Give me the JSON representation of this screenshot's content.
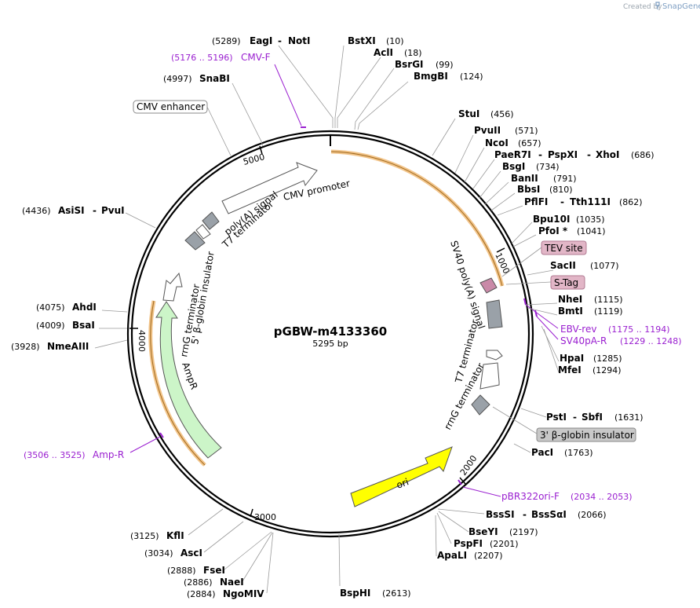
{
  "credit": {
    "text": "Created by",
    "brand": "SnapGene"
  },
  "plasmid": {
    "name": "pGBW-m4133360",
    "length_label": "5295 bp",
    "length": 5295
  },
  "ticks": [
    "1000",
    "2000",
    "3000",
    "4000",
    "5000"
  ],
  "features": [
    {
      "id": "cmv-enhancer",
      "label": "CMV enhancer",
      "kind": "box",
      "color": "#ffffff"
    },
    {
      "id": "cmv-promoter",
      "label": "CMV promoter",
      "kind": "arrow",
      "color": "#ffffff"
    },
    {
      "id": "t7-term-a",
      "label": "T7 terminator",
      "kind": "arrow",
      "color": "#ffffff"
    },
    {
      "id": "polya-signal-a",
      "label": "poly(A) signal",
      "kind": "arrow",
      "color": "#ffffff"
    },
    {
      "id": "globin-5",
      "label": "5' β-globin insulator",
      "kind": "block",
      "color": "#9aa1a8"
    },
    {
      "id": "rrng-term-a",
      "label": "rrnG terminator",
      "kind": "arrow",
      "color": "#ffffff"
    },
    {
      "id": "ampr",
      "label": "AmpR",
      "kind": "arrow",
      "color": "#ccf5c8"
    },
    {
      "id": "sv40-polya",
      "label": "SV40 poly(A) signal",
      "kind": "block",
      "color": "#9aa1a8"
    },
    {
      "id": "tev-site",
      "label": "TEV site",
      "kind": "box",
      "color": "#e2b6c7"
    },
    {
      "id": "s-tag",
      "label": "S-Tag",
      "kind": "box",
      "color": "#e2b6c7"
    },
    {
      "id": "t7-term-b",
      "label": "T7 terminator",
      "kind": "arrow",
      "color": "#ffffff"
    },
    {
      "id": "rrng-term-b",
      "label": "rrnG terminator",
      "kind": "block",
      "color": "#9aa1a8"
    },
    {
      "id": "globin-3",
      "label": "3' β-globin insulator",
      "kind": "box",
      "color": "#c8c8c8"
    },
    {
      "id": "ori",
      "label": "ori",
      "kind": "arrow",
      "color": "#ffff00"
    }
  ],
  "sites": [
    {
      "id": "eagi",
      "name": "EagI",
      "name2": "NotI",
      "pos": "5289"
    },
    {
      "id": "bstxi",
      "name": "BstXI",
      "pos": "10"
    },
    {
      "id": "acli",
      "name": "AclI",
      "pos": "18"
    },
    {
      "id": "bsrgi",
      "name": "BsrGI",
      "pos": "99"
    },
    {
      "id": "bmgbi",
      "name": "BmgBI",
      "pos": "124"
    },
    {
      "id": "snabi",
      "name": "SnaBI",
      "pos": "4997"
    },
    {
      "id": "stui",
      "name": "StuI",
      "pos": "456"
    },
    {
      "id": "pvuii",
      "name": "PvuII",
      "pos": "571"
    },
    {
      "id": "ncoi",
      "name": "NcoI",
      "pos": "657"
    },
    {
      "id": "paer7i",
      "name": "PaeR7I",
      "name2": "PspXI",
      "name3": "XhoI",
      "pos": "686"
    },
    {
      "id": "bsgi",
      "name": "BsgI",
      "pos": "734"
    },
    {
      "id": "banii",
      "name": "BanII",
      "pos": "791"
    },
    {
      "id": "bbsi",
      "name": "BbsI",
      "pos": "810"
    },
    {
      "id": "pflfi",
      "name": "PflFI",
      "name2": "Tth111I",
      "pos": "862"
    },
    {
      "id": "asisi",
      "name": "AsiSI",
      "name2": "PvuI",
      "pos": "4436"
    },
    {
      "id": "bpu10i",
      "name": "Bpu10I",
      "pos": "1035"
    },
    {
      "id": "pfoi",
      "name": "PfoI *",
      "pos": "1041"
    },
    {
      "id": "sacii",
      "name": "SacII",
      "pos": "1077"
    },
    {
      "id": "nhei",
      "name": "NheI",
      "pos": "1115"
    },
    {
      "id": "bmti",
      "name": "BmtI",
      "pos": "1119"
    },
    {
      "id": "ahdi",
      "name": "AhdI",
      "pos": "4075"
    },
    {
      "id": "bsai",
      "name": "BsaI",
      "pos": "4009"
    },
    {
      "id": "nmeaiii",
      "name": "NmeAIII",
      "pos": "3928"
    },
    {
      "id": "hpai",
      "name": "HpaI",
      "pos": "1285"
    },
    {
      "id": "mfei",
      "name": "MfeI",
      "pos": "1294"
    },
    {
      "id": "psti",
      "name": "PstI",
      "name2": "SbfI",
      "pos": "1631"
    },
    {
      "id": "paci",
      "name": "PacI",
      "pos": "1763"
    },
    {
      "id": "bsssi",
      "name": "BssSI",
      "name2": "BssSαI",
      "pos": "2066"
    },
    {
      "id": "bseyi",
      "name": "BseYI",
      "pos": "2197"
    },
    {
      "id": "pspfi",
      "name": "PspFI",
      "pos": "2201"
    },
    {
      "id": "apali",
      "name": "ApaLI",
      "pos": "2207"
    },
    {
      "id": "bsphi",
      "name": "BspHI",
      "pos": "2613"
    },
    {
      "id": "kfli",
      "name": "KflI",
      "pos": "3125"
    },
    {
      "id": "asci",
      "name": "AscI",
      "pos": "3034"
    },
    {
      "id": "fsei",
      "name": "FseI",
      "pos": "2888"
    },
    {
      "id": "naei",
      "name": "NaeI",
      "pos": "2886"
    },
    {
      "id": "ngomiv",
      "name": "NgoMIV",
      "pos": "2884"
    }
  ],
  "primers": [
    {
      "id": "cmv-f",
      "name": "CMV-F",
      "range": "5176 .. 5196"
    },
    {
      "id": "ebv-rev",
      "name": "EBV-rev",
      "range": "1175 .. 1194"
    },
    {
      "id": "sv40pa-r",
      "name": "SV40pA-R",
      "range": "1229 .. 1248"
    },
    {
      "id": "pbr322ori-f",
      "name": "pBR322ori-F",
      "range": "2034 .. 2053"
    },
    {
      "id": "amp-r",
      "name": "Amp-R",
      "range": "3506 .. 3525"
    }
  ],
  "colors": {
    "backbone": "#000000",
    "primer": "#9a1fd0",
    "feature_outline": "#555555",
    "selection": "#f2c48a"
  }
}
